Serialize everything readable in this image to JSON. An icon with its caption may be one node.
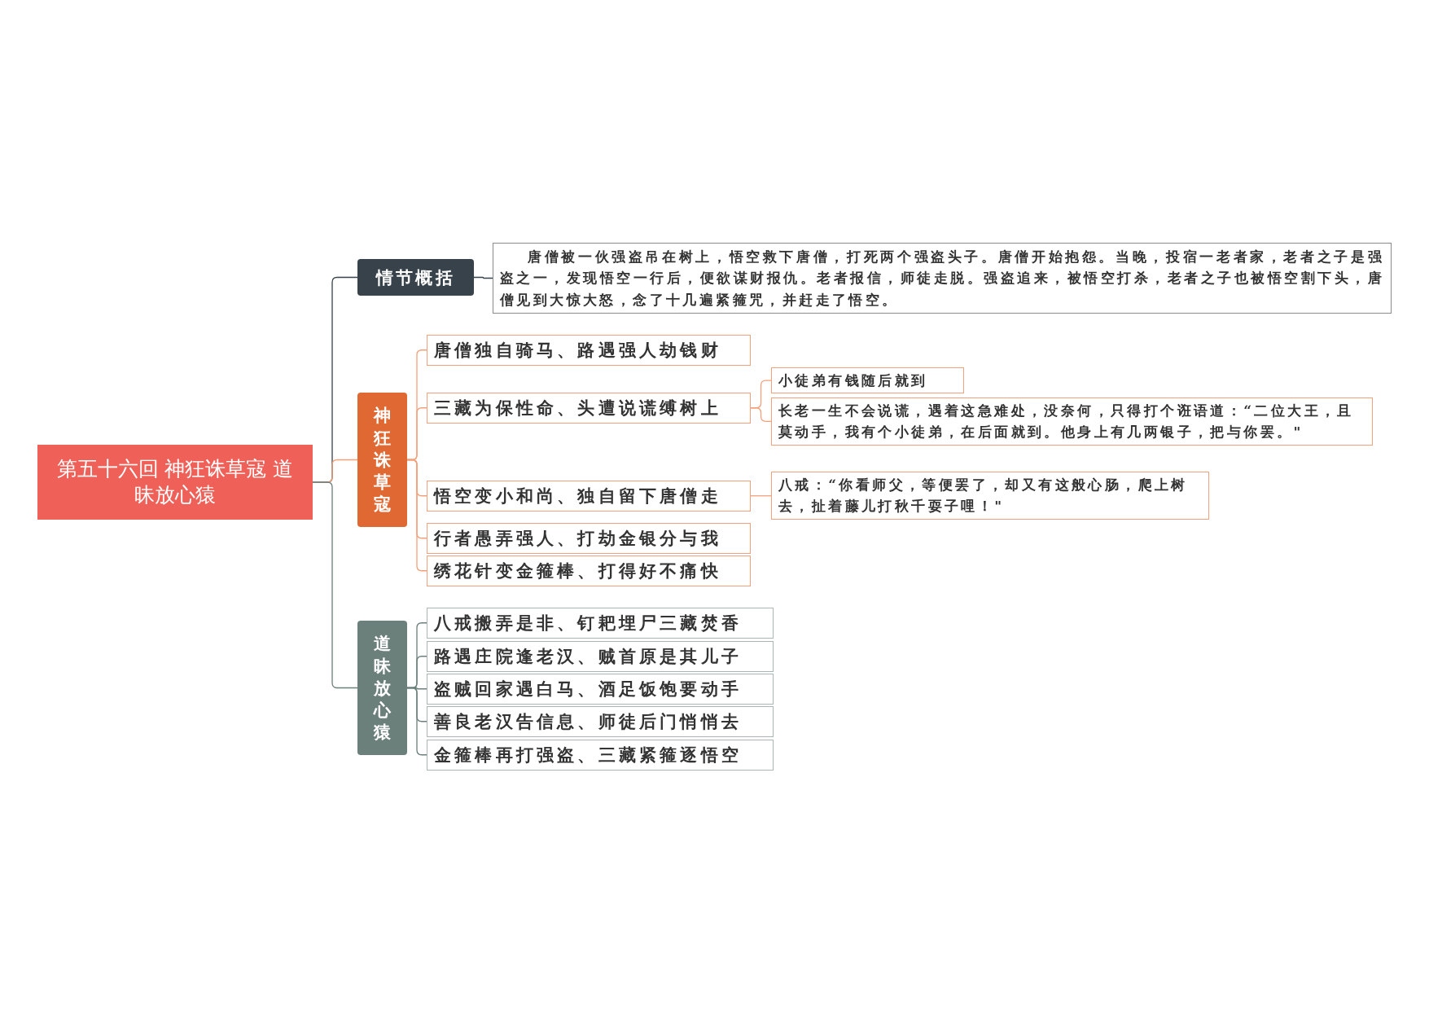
{
  "diagram": {
    "nodes": [
      {
        "text": [
          "第五十六回 神狂诛草寇 道昧放心猿"
        ]
      },
      {
        "text": [
          "情节概括"
        ]
      },
      {
        "text": [
          "唐僧被一伙强盗吊在树上，悟空救下唐僧，打死两个强盗头子。唐僧开始抱怨。当晚，投宿一老者家，老者之子是强盗之一，发现悟空一行后，便欲谋财报仇。老者报信，师徒走脱。强盗追来，被悟空打杀，老者之子也被悟空割下头，唐僧见到大惊大怒，念了十几遍紧箍咒，并赶走了悟空。"
        ]
      },
      {
        "text": [
          "神狂诛草寇"
        ]
      },
      {
        "text": [
          "唐僧独自骑马、路遇强人劫钱财"
        ]
      },
      {
        "text": [
          "三藏为保性命、头遭说谎缚树上"
        ]
      },
      {
        "text": [
          "悟空变小和尚、独自留下唐僧走"
        ]
      },
      {
        "text": [
          "行者愚弄强人、打劫金银分与我"
        ]
      },
      {
        "text": [
          "绣花针变金箍棒、打得好不痛快"
        ]
      },
      {
        "text": [
          "小徒弟有钱随后就到"
        ]
      },
      {
        "text": [
          "长老一生不会说谎，遇着这急难处，没奈何，只得打个诳语道：“二位大王，且莫动手，我有个小徒弟，在后面就到。他身上有几两银子，把与你罢。\""
        ]
      },
      {
        "text": [
          "八戒：“你看师父，等便罢了，却又有这般心肠，爬上树去，扯着藤儿打秋千耍子哩！\""
        ]
      },
      {
        "text": [
          "道昧放心猿"
        ]
      },
      {
        "text": [
          "八戒搬弄是非、钉耙埋尸三藏焚香"
        ]
      },
      {
        "text": [
          "路遇庄院逢老汉、贼首原是其儿子"
        ]
      },
      {
        "text": [
          "盗贼回家遇白马、酒足饭饱要动手"
        ]
      },
      {
        "text": [
          "善良老汉告信息、师徒后门悄悄去"
        ]
      },
      {
        "text": [
          "金箍棒再打强盗、三藏紧箍逐悟空"
        ]
      }
    ],
    "edges": [
      {
        "from": 0,
        "to": 1,
        "arrow": "none",
        "color": "#37424a"
      },
      {
        "from": 0,
        "to": 3,
        "arrow": "none"
      },
      {
        "from": 0,
        "to": 12,
        "arrow": "none",
        "color": "#6b7f7b"
      },
      {
        "from": 1,
        "to": 2,
        "arrow": "none",
        "color": "#37424a"
      },
      {
        "from": 3,
        "to": 4,
        "arrow": "none"
      },
      {
        "from": 3,
        "to": 5,
        "arrow": "none"
      },
      {
        "from": 3,
        "to": 6,
        "arrow": "none"
      },
      {
        "from": 3,
        "to": 7,
        "arrow": "none"
      },
      {
        "from": 3,
        "to": 8,
        "arrow": "none"
      },
      {
        "from": 5,
        "to": 9,
        "arrow": "none"
      },
      {
        "from": 5,
        "to": 10,
        "arrow": "none"
      },
      {
        "from": 6,
        "to": 11,
        "arrow": "none"
      },
      {
        "from": 12,
        "to": 13,
        "arrow": "none",
        "color": "#6b7f7b"
      },
      {
        "from": 12,
        "to": 14,
        "arrow": "none",
        "color": "#6b7f7b"
      },
      {
        "from": 12,
        "to": 15,
        "arrow": "none",
        "color": "#6b7f7b"
      },
      {
        "from": 12,
        "to": 16,
        "arrow": "none",
        "color": "#6b7f7b"
      },
      {
        "from": 12,
        "to": 17,
        "arrow": "none",
        "color": "#6b7f7b"
      }
    ]
  }
}
